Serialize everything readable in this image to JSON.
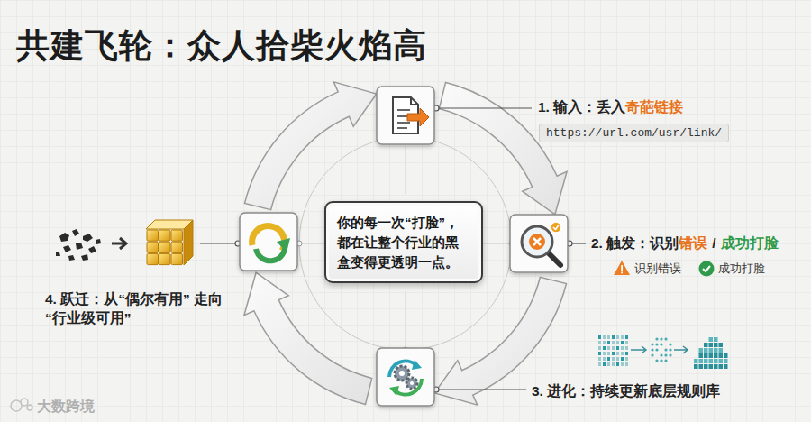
{
  "diagram": {
    "title": "共建飞轮：众人拾柴火焰高",
    "nodes": [
      {
        "text": [
          "你的每一次“打脸”，都在让整个行业的黑盒变得更透明一点。"
        ]
      }
    ],
    "labels": [
      "1. 输入：丢入",
      "奇葩链接",
      "https://url.com/usr/link/",
      "2. 触发：识别",
      "错误",
      "/",
      "成功打脸",
      "识别错误",
      "成功打脸",
      "3. 进化：持续更新底层规则库",
      "4. 跃迁：从“偶尔有用” 走向“行业级可用”",
      "大数跨境"
    ]
  }
}
